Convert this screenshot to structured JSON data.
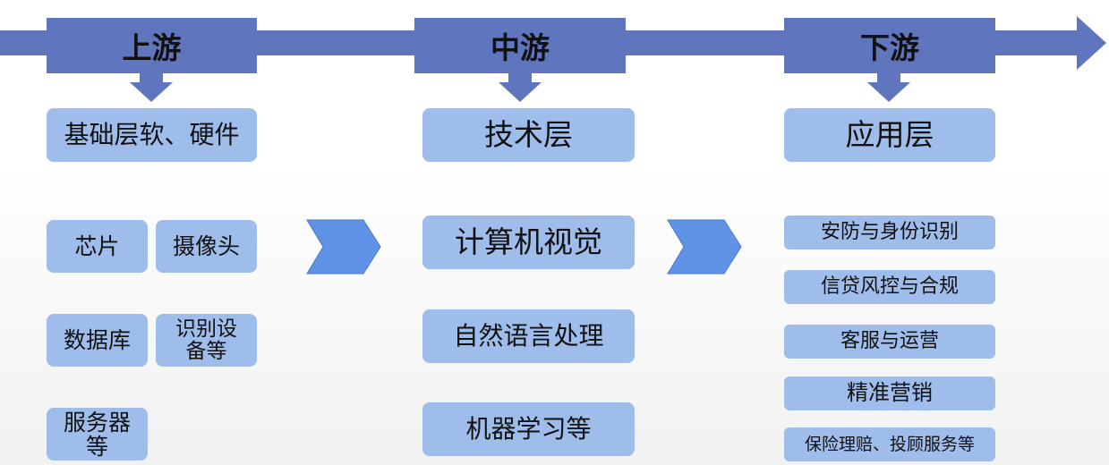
{
  "stages": {
    "upstream": "上游",
    "midstream": "中游",
    "downstream": "下游"
  },
  "layers": {
    "upstream": "基础层软、硬件",
    "midstream": "技术层",
    "downstream": "应用层"
  },
  "upstream_items": [
    "芯片",
    "摄像头",
    "数据库",
    "识别设备等",
    "服务器等"
  ],
  "midstream_items": [
    "计算机视觉",
    "自然语言处理",
    "机器学习等"
  ],
  "downstream_items": [
    "安防与身份识别",
    "信贷风控与合规",
    "客服与运营",
    "精准营销",
    "保险理赔、投顾服务等"
  ],
  "colors": {
    "arrow": "#5f75bd",
    "box": "#9fbdeb",
    "chevron": "#5f93e6"
  }
}
